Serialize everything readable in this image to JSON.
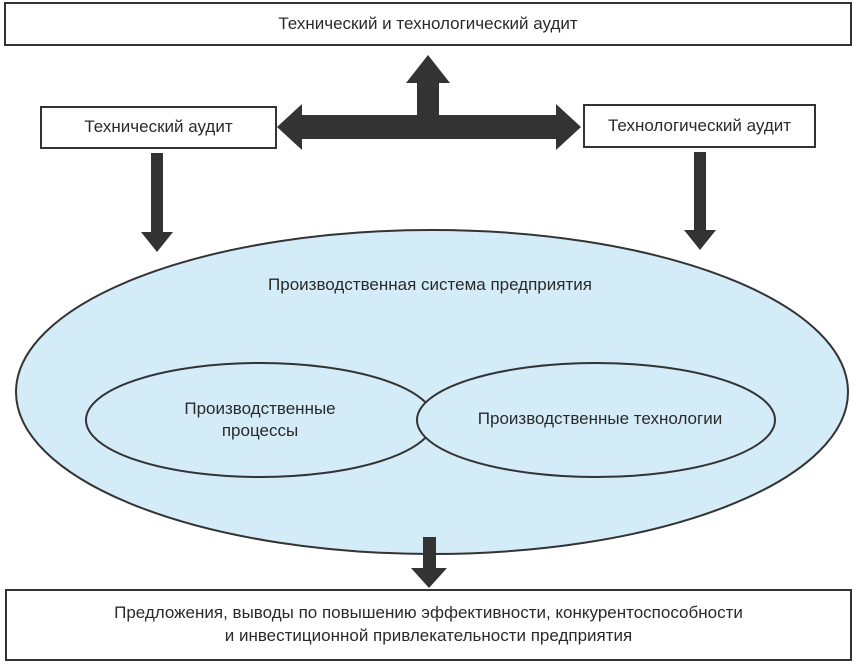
{
  "top_box": {
    "label": "Технический и технологический аудит"
  },
  "technical_audit": {
    "label": "Технический аудит"
  },
  "technological_audit": {
    "label": "Технологический аудит"
  },
  "system": {
    "label": "Производственная система предприятия"
  },
  "processes": {
    "label_line1": "Производственные",
    "label_line2": "процессы"
  },
  "technologies": {
    "label": "Производственные технологии"
  },
  "bottom_box": {
    "line1": "Предложения, выводы по повышению эффективности, конкурентоспособности",
    "line2": "и инвестиционной привлекательности предприятия"
  },
  "colors": {
    "ellipse_fill": "#d4ecf8",
    "stroke": "#333333",
    "arrow": "#333333"
  }
}
